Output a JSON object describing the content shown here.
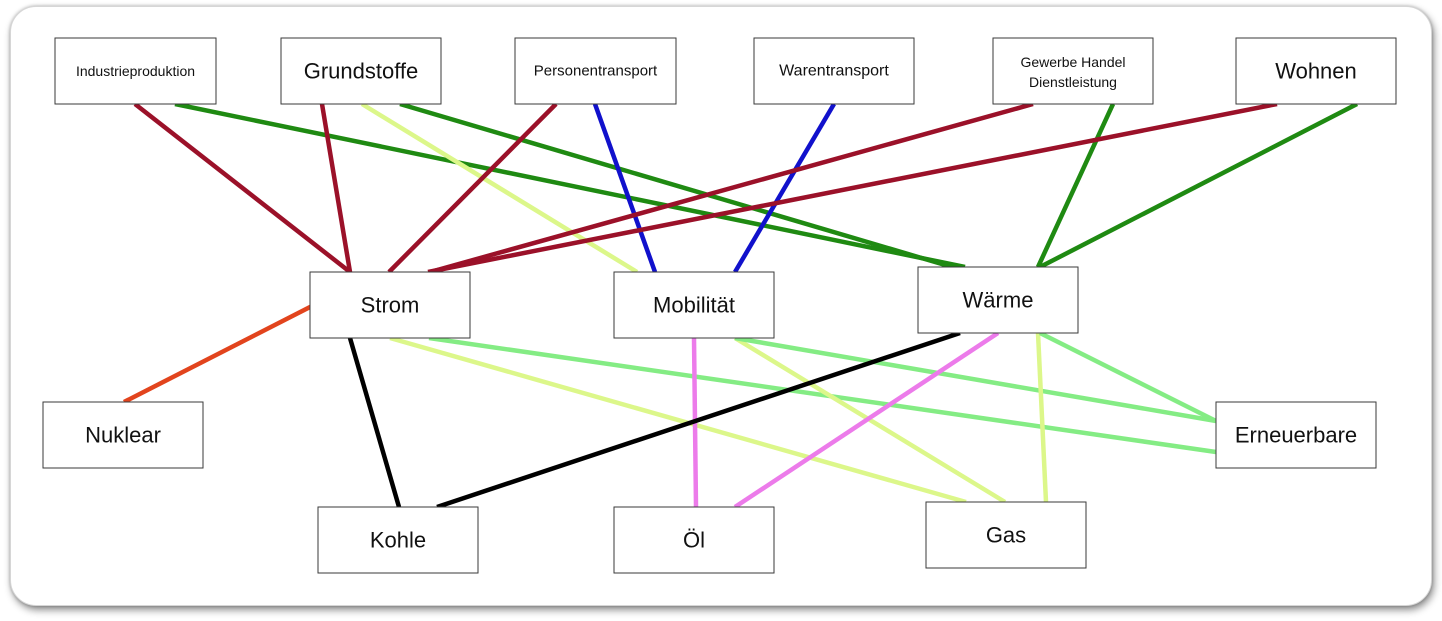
{
  "colors": {
    "dark_red": "#9b1129",
    "green": "#1f8a12",
    "light_yellow_green": "#dcf78a",
    "blue": "#1111cc",
    "orange_red": "#e2441d",
    "black": "#000000",
    "light_green": "#84ec84",
    "pink": "#ec7bea"
  },
  "nodes": {
    "industrieproduktion": "Industrieproduktion",
    "grundstoffe": "Grundstoffe",
    "personentransport": "Personentransport",
    "warentransport": "Warentransport",
    "gewerbe": [
      "Gewerbe  Handel",
      "Dienstleistung"
    ],
    "wohnen": "Wohnen",
    "strom": "Strom",
    "mobilitaet": "Mobilität",
    "waerme": "Wärme",
    "nuklear": "Nuklear",
    "erneuerbare": "Erneuerbare",
    "kohle": "Kohle",
    "oel": "Öl",
    "gas": "Gas"
  },
  "edges": [
    {
      "from": "industrieproduktion",
      "to": "strom",
      "color": "dark_red"
    },
    {
      "from": "industrieproduktion",
      "to": "waerme",
      "color": "green"
    },
    {
      "from": "grundstoffe",
      "to": "strom",
      "color": "dark_red"
    },
    {
      "from": "grundstoffe",
      "to": "mobilitaet",
      "color": "light_yellow_green"
    },
    {
      "from": "grundstoffe",
      "to": "waerme",
      "color": "green"
    },
    {
      "from": "personentransport",
      "to": "strom",
      "color": "dark_red"
    },
    {
      "from": "personentransport",
      "to": "mobilitaet",
      "color": "blue"
    },
    {
      "from": "warentransport",
      "to": "mobilitaet",
      "color": "blue"
    },
    {
      "from": "gewerbe",
      "to": "strom",
      "color": "dark_red"
    },
    {
      "from": "gewerbe",
      "to": "waerme",
      "color": "green"
    },
    {
      "from": "wohnen",
      "to": "strom",
      "color": "dark_red"
    },
    {
      "from": "wohnen",
      "to": "waerme",
      "color": "green"
    },
    {
      "from": "strom",
      "to": "nuklear",
      "color": "orange_red"
    },
    {
      "from": "strom",
      "to": "kohle",
      "color": "black"
    },
    {
      "from": "strom",
      "to": "gas",
      "color": "light_yellow_green"
    },
    {
      "from": "strom",
      "to": "erneuerbare",
      "color": "light_green"
    },
    {
      "from": "mobilitaet",
      "to": "oel",
      "color": "pink"
    },
    {
      "from": "mobilitaet",
      "to": "gas",
      "color": "light_yellow_green"
    },
    {
      "from": "mobilitaet",
      "to": "erneuerbare",
      "color": "light_green"
    },
    {
      "from": "waerme",
      "to": "kohle",
      "color": "black"
    },
    {
      "from": "waerme",
      "to": "oel",
      "color": "pink"
    },
    {
      "from": "waerme",
      "to": "gas",
      "color": "light_yellow_green"
    },
    {
      "from": "waerme",
      "to": "erneuerbare",
      "color": "light_green"
    }
  ]
}
